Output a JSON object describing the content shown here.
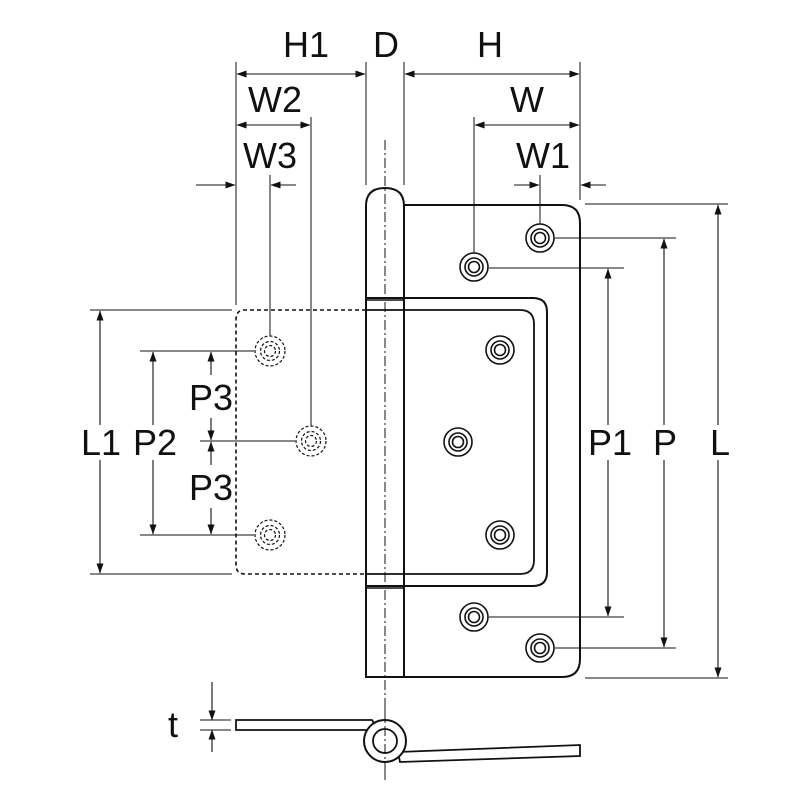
{
  "labels": {
    "H1": "H1",
    "D": "D",
    "H": "H",
    "W2": "W2",
    "W": "W",
    "W3": "W3",
    "W1": "W1",
    "L1": "L1",
    "P2": "P2",
    "P3_upper": "P3",
    "P3_lower": "P3",
    "P1": "P1",
    "P": "P",
    "L": "L",
    "t": "t"
  },
  "colors": {
    "line": "#111111",
    "background": "#ffffff"
  }
}
